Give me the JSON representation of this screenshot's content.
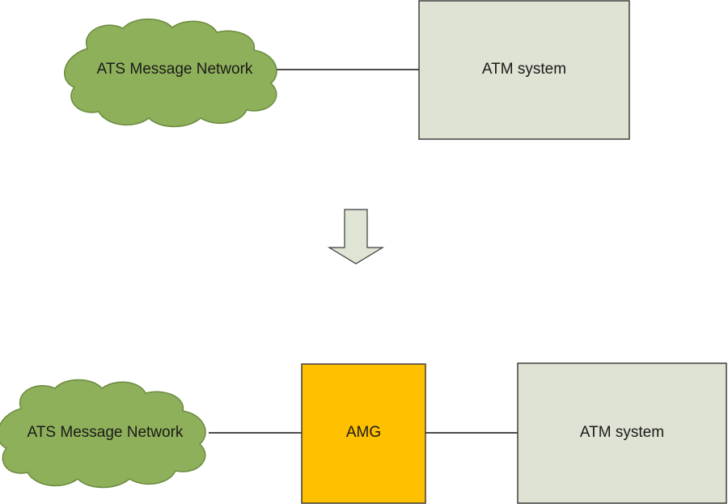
{
  "top": {
    "network_label": "ATS Message Network",
    "system_label": "ATM system"
  },
  "bottom": {
    "network_label": "ATS Message Network",
    "gateway_label": "AMG",
    "system_label": "ATM system"
  },
  "colors": {
    "cloud_fill": "#8fb05a",
    "cloud_stroke": "#6a8a3e",
    "system_fill": "#dfe3d3",
    "system_stroke": "#333333",
    "gateway_fill": "#ffc000",
    "arrow_fill": "#dfe5d5",
    "line": "#111111"
  }
}
